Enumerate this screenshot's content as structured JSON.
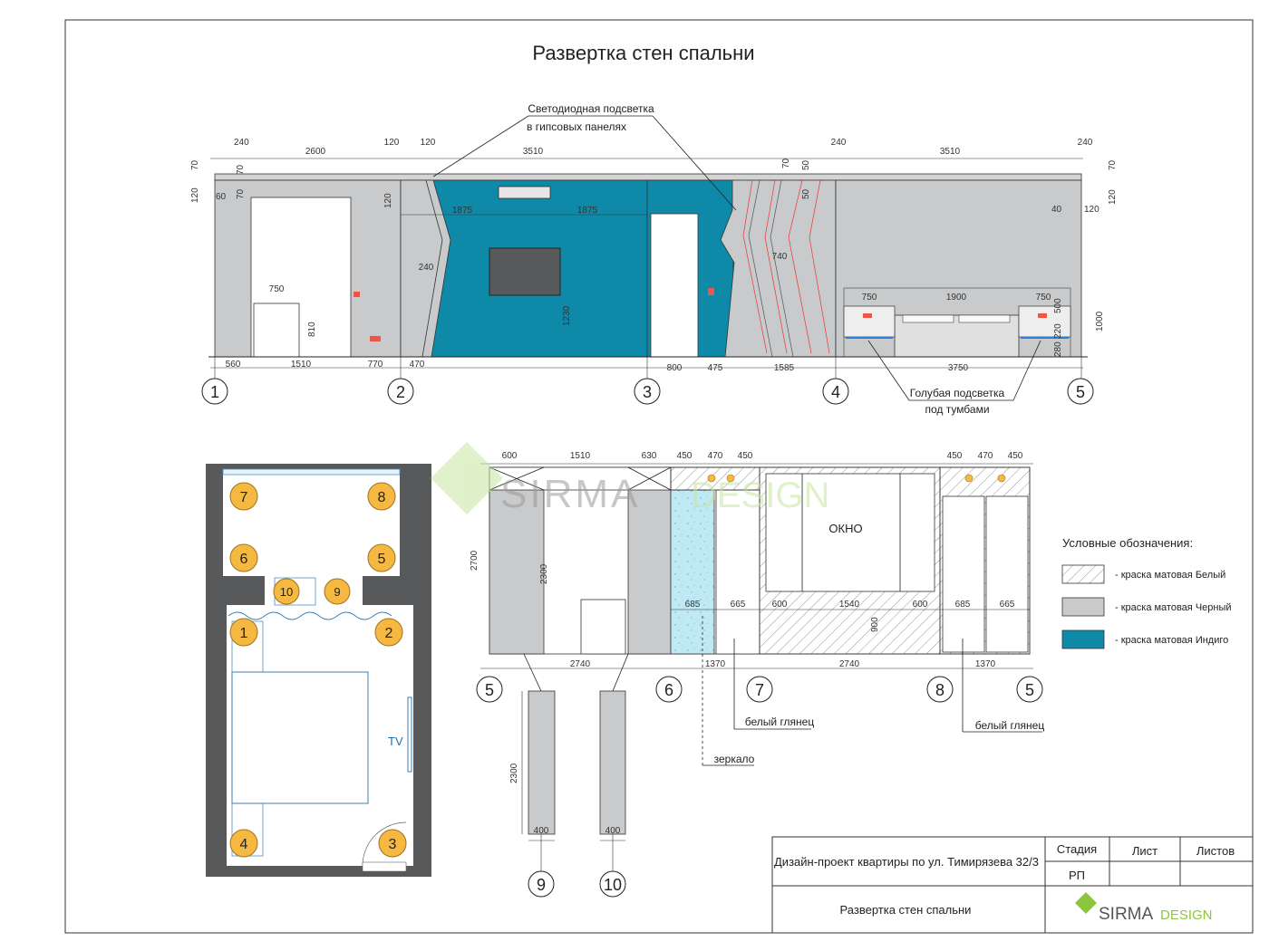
{
  "title": "Развертка стен спальни",
  "callouts": {
    "led_line1": "Светодиодная подсветка",
    "led_line2": "в гипсовых панелях",
    "blue_line1": "Голубая подсветка",
    "blue_line2": "под тумбами",
    "white_gloss_1": "белый глянец",
    "white_gloss_2": "белый глянец",
    "mirror": "зеркало",
    "window": "ОКНО",
    "tv": "TV"
  },
  "elevation_top": {
    "dims_top": [
      "240",
      "2600",
      "120",
      "120",
      "3510",
      "240",
      "3510",
      "240"
    ],
    "dims_small": [
      "70",
      "120",
      "60",
      "70",
      "70",
      "50",
      "120",
      "70",
      "50",
      "70",
      "120",
      "40",
      "120"
    ],
    "dims_inner": [
      "1875",
      "1875",
      "740",
      "240",
      "1230",
      "750",
      "810",
      "750",
      "1900",
      "750",
      "500",
      "220",
      "280",
      "1000"
    ],
    "dims_bottom": [
      "560",
      "1510",
      "770",
      "470",
      "800",
      "475",
      "1585",
      "3750"
    ],
    "axes": [
      "1",
      "2",
      "3",
      "4",
      "5"
    ]
  },
  "elevation_bottom": {
    "dims_top": [
      "600",
      "1510",
      "630",
      "450",
      "470",
      "450",
      "450",
      "470",
      "450"
    ],
    "dims_mid": [
      "685",
      "665",
      "600",
      "1540",
      "600",
      "685",
      "665"
    ],
    "dims_side": [
      "2700",
      "2300",
      "900"
    ],
    "dims_bottom": [
      "2740",
      "1370",
      "2740",
      "1370"
    ],
    "axes": [
      "5",
      "6",
      "7",
      "8",
      "5"
    ]
  },
  "columns": {
    "height": "2300",
    "width_a": "400",
    "width_b": "400",
    "axes": [
      "9",
      "10"
    ]
  },
  "plan_markers": [
    "7",
    "8",
    "6",
    "5",
    "10",
    "9",
    "1",
    "2",
    "4",
    "3"
  ],
  "legend": {
    "title": "Условные обозначения:",
    "items": [
      {
        "label": "- краска  матовая Белый",
        "type": "hatch"
      },
      {
        "label": "-  краска матовая Черный",
        "type": "grey"
      },
      {
        "label": "- краска матовая Индиго",
        "type": "indigo"
      }
    ]
  },
  "watermark": {
    "brand": "SIRMA",
    "sub": "DESIGN"
  },
  "title_block": {
    "project": "Дизайн-проект квартиры по ул. Тимирязева 32/3",
    "sheet_name": "Развертка стен спальни",
    "stage_header": "Стадия",
    "sheet_header": "Лист",
    "sheets_header": "Листов",
    "stage_value": "РП",
    "logo_brand": "SIRMA",
    "logo_sub": "DESIGN"
  },
  "colors": {
    "indigo": "#0e8aa8",
    "grey": "#c9cacc",
    "wall_dark": "#58595b",
    "marker_fill": "#f5b942",
    "watermark_green": "#c8e6a0"
  }
}
